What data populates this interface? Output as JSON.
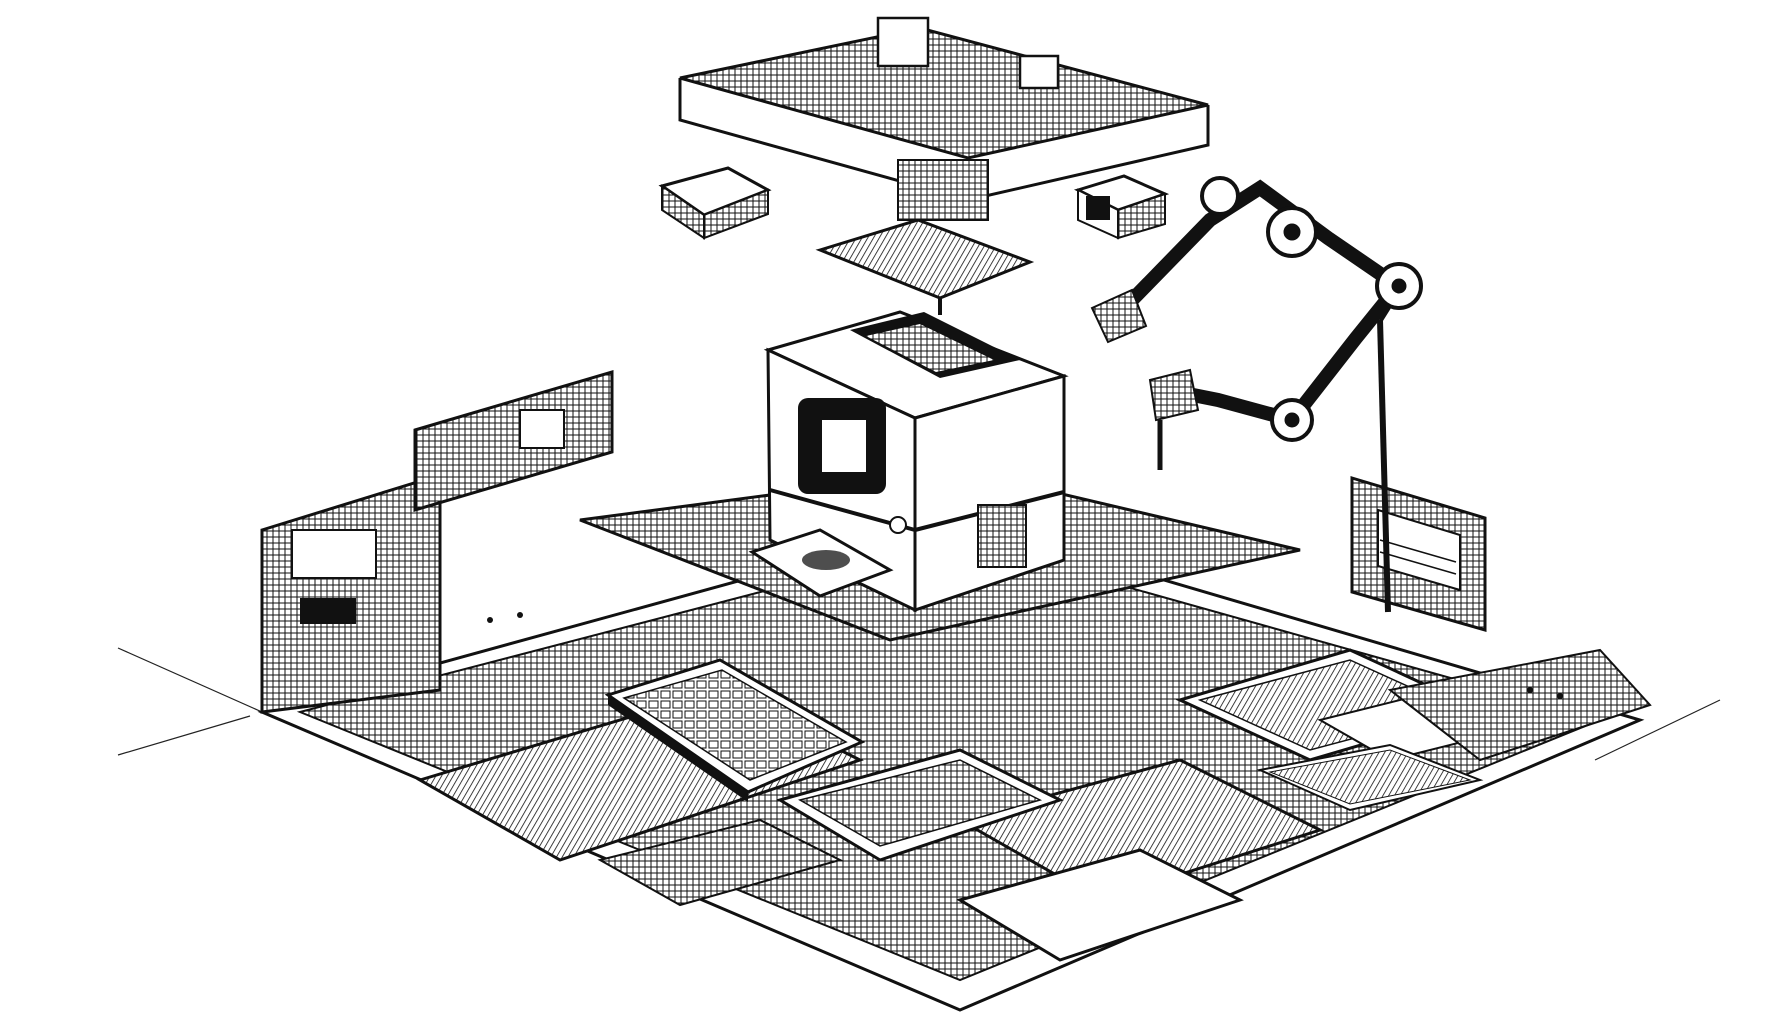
{
  "scene": {
    "background": "#ffffff",
    "ink": "#111111",
    "subject": [
      "floating-circuit-platform",
      "left-camera-module",
      "right-camera-module",
      "central-printer",
      "printer-paper-output",
      "robotic-arm",
      "left-display-panel",
      "right-display-panel",
      "keyboard-module",
      "circuit-board-base"
    ]
  }
}
